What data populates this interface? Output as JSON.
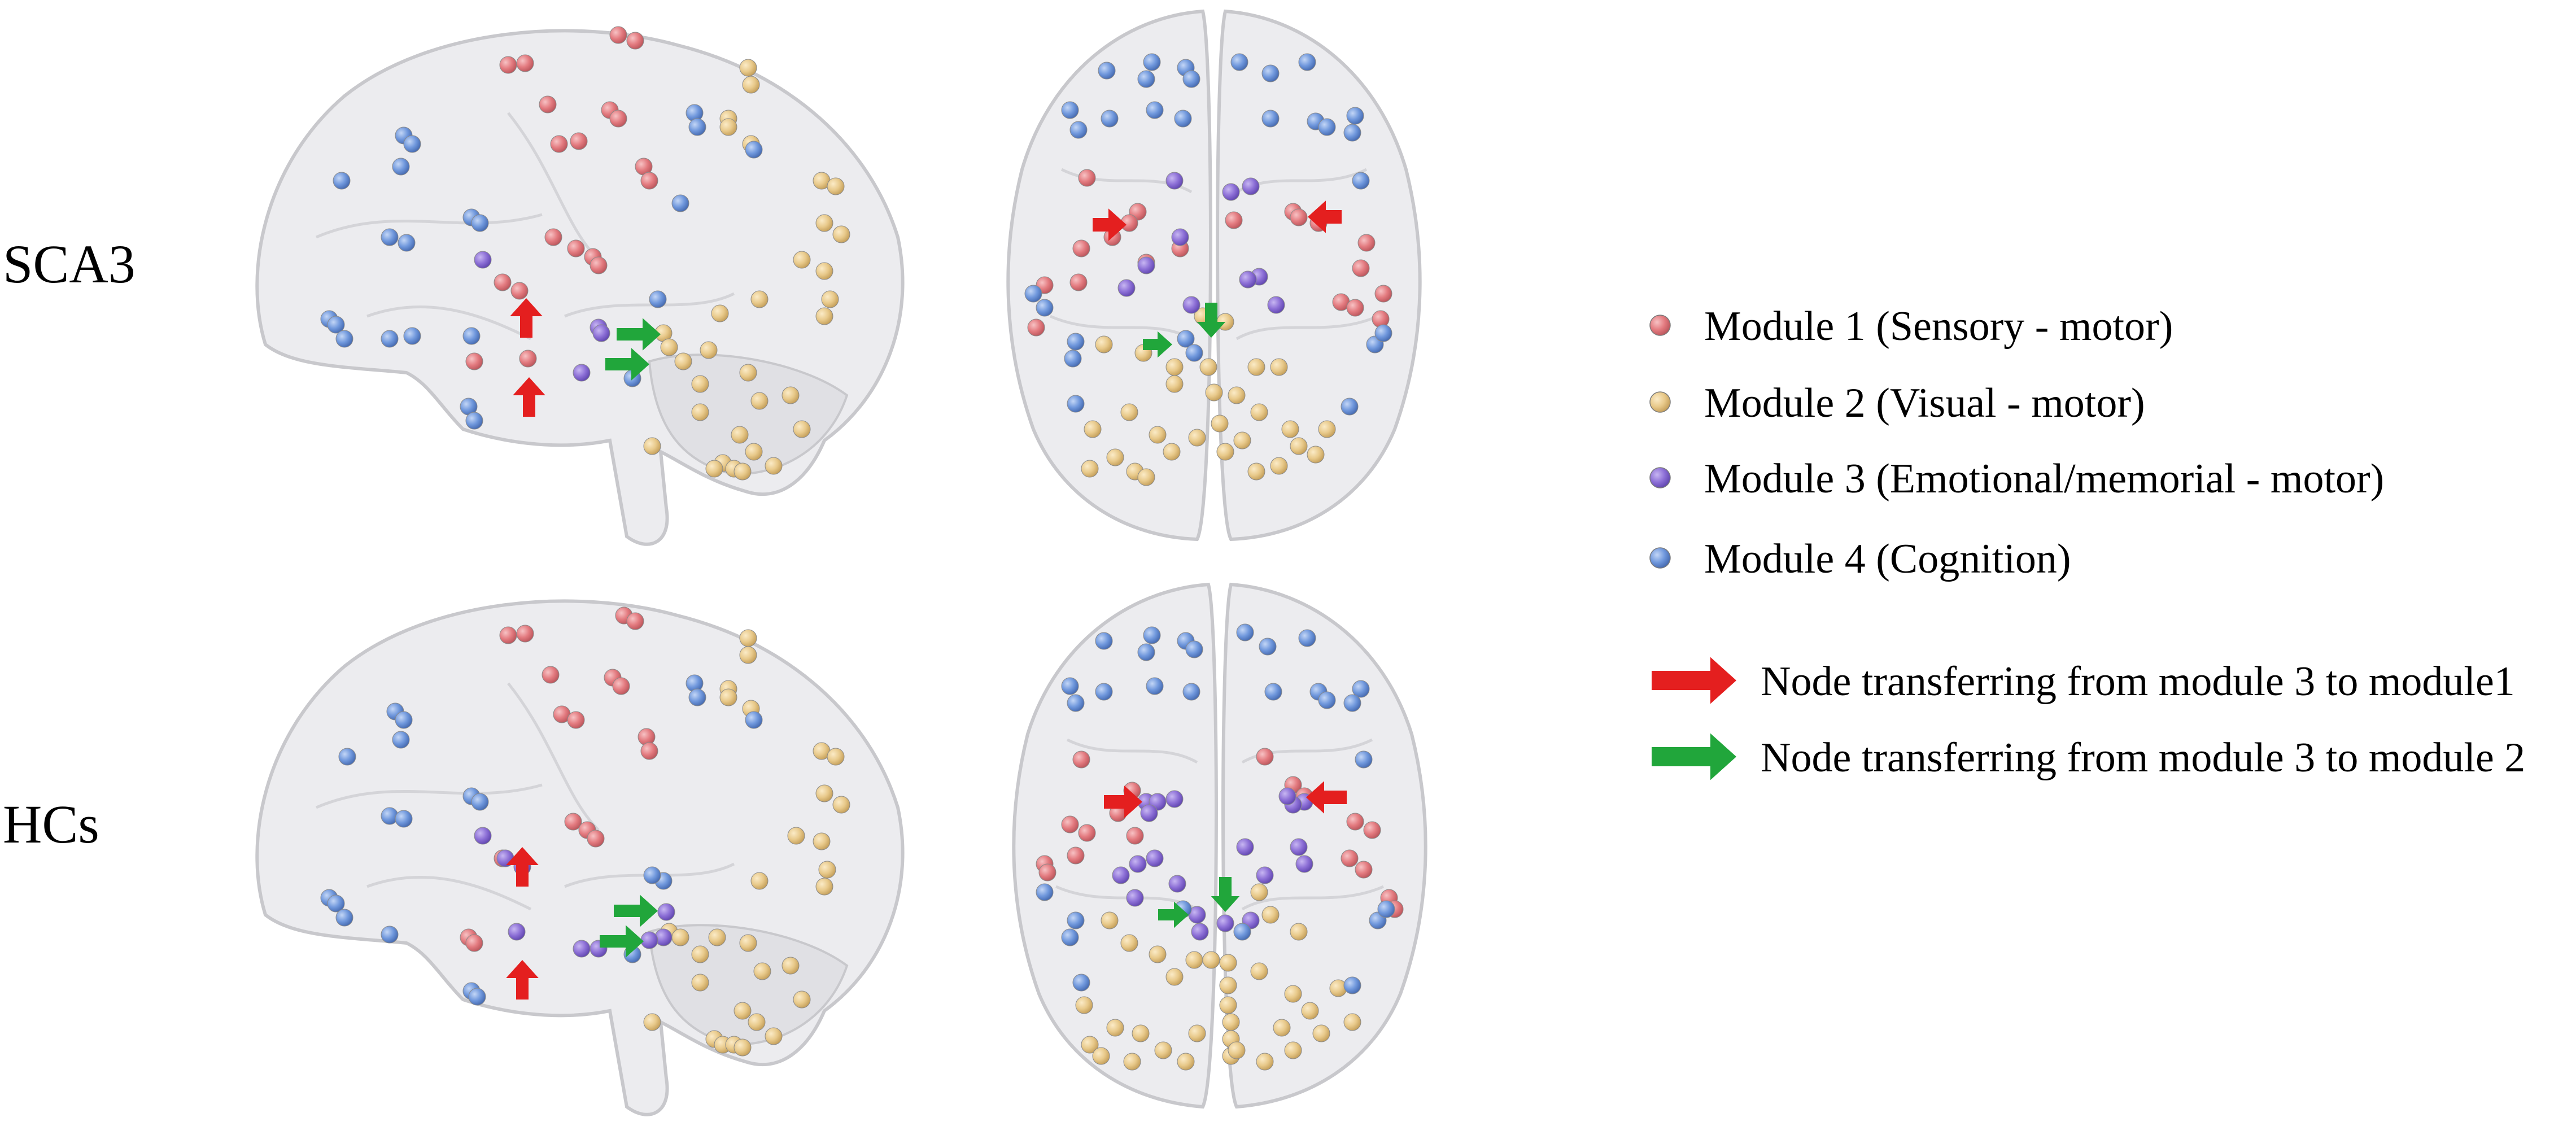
{
  "row_labels": {
    "top": "SCA3",
    "bottom": "HCs"
  },
  "legend": {
    "modules": [
      {
        "label": "Module 1 (Sensory - motor)",
        "color": "#e37a7f"
      },
      {
        "label": "Module 2 (Visual - motor)",
        "color": "#e8c98a"
      },
      {
        "label": "Module 3 (Emotional/memorial - motor)",
        "color": "#8c6fd6"
      },
      {
        "label": "Module 4 (Cognition)",
        "color": "#6f97dc"
      }
    ],
    "arrows": [
      {
        "label": "Node transferring from module 3 to module1",
        "color": "#e41f1f"
      },
      {
        "label": "Node transferring from module 3 to module 2",
        "color": "#21a63b"
      }
    ]
  },
  "colors": {
    "brain_fill": "#e9e9ec",
    "brain_stroke": "#c8c8cc",
    "module1": "#e37a7f",
    "module2": "#e8c98a",
    "module3": "#8c6fd6",
    "module4": "#6f97dc",
    "arrow_red": "#e41f1f",
    "arrow_green": "#21a63b"
  }
}
